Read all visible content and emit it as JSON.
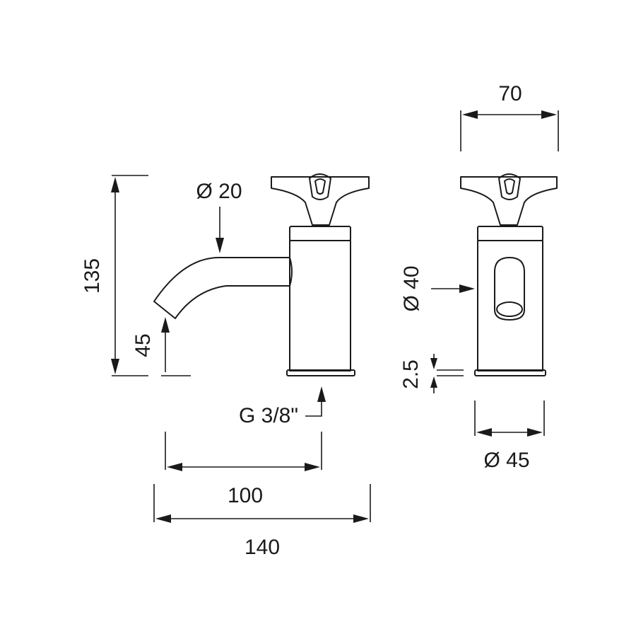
{
  "dimensions": {
    "spout_diameter": "Ø 20",
    "height": "135",
    "spout_height": "45",
    "thread": "G 3/8\"",
    "spout_reach": "100",
    "total_length": "140",
    "handle_width": "70",
    "body_diameter_side": "Ø 40",
    "base_thickness": "2.5",
    "base_diameter": "Ø 45"
  }
}
